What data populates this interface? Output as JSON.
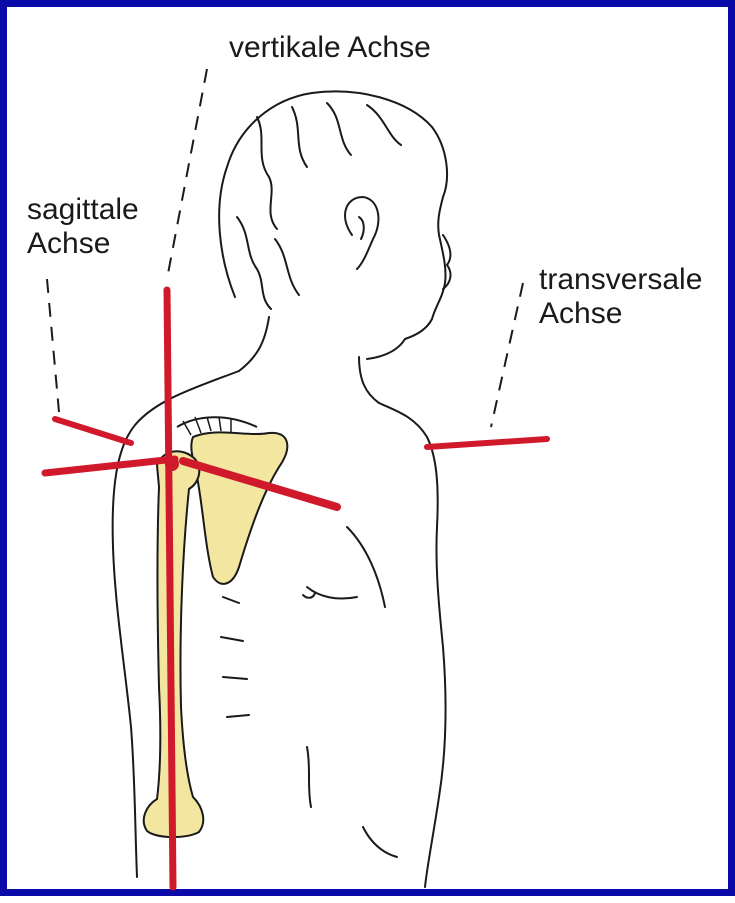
{
  "labels": {
    "vertical_axis": "vertikale Achse",
    "sagittal_axis_line1": "sagittale",
    "sagittal_axis_line2": "Achse",
    "transversal_axis_line1": "transversale",
    "transversal_axis_line2": "Achse"
  },
  "colors": {
    "frame_border": "#0a0aa8",
    "axis_rod": "#d0192b",
    "bone_fill": "#f3e6a0",
    "outline": "#1a1a1a"
  }
}
